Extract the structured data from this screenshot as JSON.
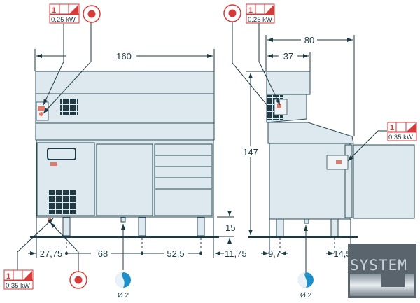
{
  "front_view": {
    "width_label": "160",
    "dims_bottom": [
      "27,75",
      "68",
      "52,5",
      "11,75"
    ],
    "leg_height_label": "15",
    "power_top": {
      "phase": "1",
      "power": "0,25 kW"
    },
    "power_bottom": {
      "phase": "1",
      "power": "0,35 kW"
    },
    "drain_label": "Ø 2"
  },
  "side_view": {
    "depth_label": "80",
    "top_depth_label": "37",
    "height_label": "147",
    "dims_bottom": [
      "9,7",
      "14,5"
    ],
    "power_top": {
      "phase": "1",
      "power": "0,25 kW"
    },
    "power_right": {
      "phase": "1",
      "power": "0,35 kW"
    },
    "drain_label": "Ø 2"
  },
  "logo": {
    "text": "SYSTEM"
  },
  "colors": {
    "accent_red": "#d83a3a",
    "water_blue": "#1e8fc8",
    "line": "#1e3a44",
    "body": "#dde9ee"
  }
}
